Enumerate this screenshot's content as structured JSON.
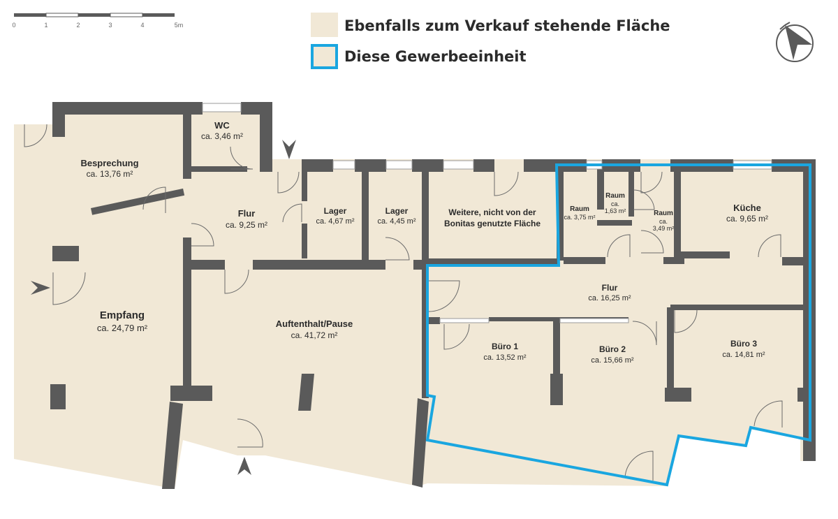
{
  "legend": {
    "items": [
      {
        "label": "Ebenfalls zum Verkauf stehende Fläche",
        "kind": "fill",
        "color": "#f1e8d6"
      },
      {
        "label": "Diese Gewerbeeinheit",
        "kind": "outline",
        "color": "#1aa6e0"
      }
    ]
  },
  "scale_bar": {
    "ticks": [
      "0",
      "1",
      "2",
      "3",
      "4",
      "5m"
    ]
  },
  "compass": {
    "icon": "north-arrow-icon"
  },
  "colors": {
    "floor": "#f1e8d6",
    "wall": "#5a5a5a",
    "unit_outline": "#1aa6e0",
    "text": "#2b2b2b"
  },
  "rooms": [
    {
      "id": "besprechung",
      "name": "Besprechung",
      "area": "ca. 13,76 m²"
    },
    {
      "id": "wc",
      "name": "WC",
      "area": "ca. 3,46 m²"
    },
    {
      "id": "flur-1",
      "name": "Flur",
      "area": "ca. 9,25 m²"
    },
    {
      "id": "lager-1",
      "name": "Lager",
      "area": "ca. 4,67 m²"
    },
    {
      "id": "lager-2",
      "name": "Lager",
      "area": "ca. 4,45 m²"
    },
    {
      "id": "weitere",
      "name": "Weitere, nicht von der",
      "name2": "Bonitas genutzte Fläche"
    },
    {
      "id": "raum-1",
      "name": "Raum",
      "area": "ca. 3,75 m²"
    },
    {
      "id": "raum-2",
      "name": "Raum",
      "area": "ca.",
      "area2": "1,63 m²"
    },
    {
      "id": "raum-3",
      "name": "Raum",
      "area": "ca.",
      "area2": "3,49 m²"
    },
    {
      "id": "kueche",
      "name": "Küche",
      "area": "ca. 9,65 m²"
    },
    {
      "id": "empfang",
      "name": "Empfang",
      "area": "ca. 24,79 m²"
    },
    {
      "id": "auftenthalt",
      "name": "Auftenthalt/Pause",
      "area": "ca. 41,72 m²"
    },
    {
      "id": "flur-2",
      "name": "Flur",
      "area": "ca. 16,25 m²"
    },
    {
      "id": "buero-1",
      "name": "Büro 1",
      "area": "ca. 13,52 m²"
    },
    {
      "id": "buero-2",
      "name": "Büro 2",
      "area": "ca. 15,66 m²"
    },
    {
      "id": "buero-3",
      "name": "Büro 3",
      "area": "ca. 14,81 m²"
    }
  ]
}
